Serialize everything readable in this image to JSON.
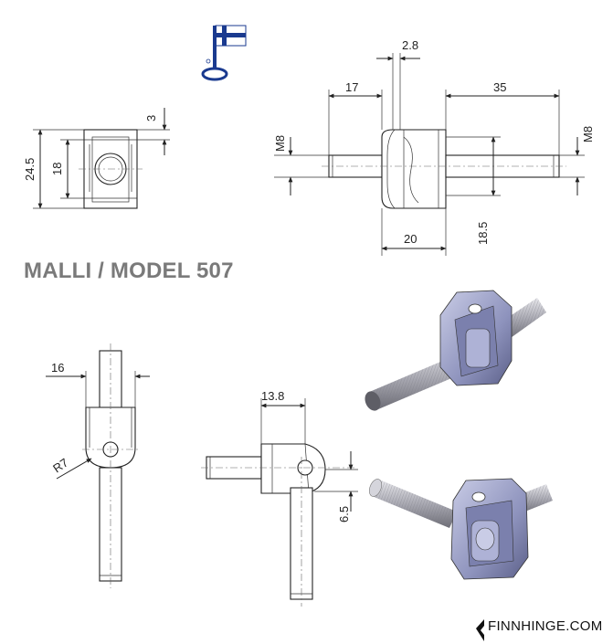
{
  "title": "MALLI / MODEL 507",
  "brand": "FINNHINGE.COM",
  "dimensions": {
    "top_small": "3",
    "height_outer": "24.5",
    "height_inner": "18",
    "gap": "2.8",
    "left_length": "17",
    "right_length": "35",
    "thread_left": "M8",
    "thread_right": "M8",
    "body_width": "20",
    "offset": "18.5",
    "side_width": "16",
    "radius": "R7",
    "knuckle_width": "13.8",
    "pin_offset": "6.5"
  },
  "colors": {
    "flag_blue": "#1a3a8f",
    "model_title": "#7a7a7a",
    "render_metal": "#9aa0c8"
  }
}
